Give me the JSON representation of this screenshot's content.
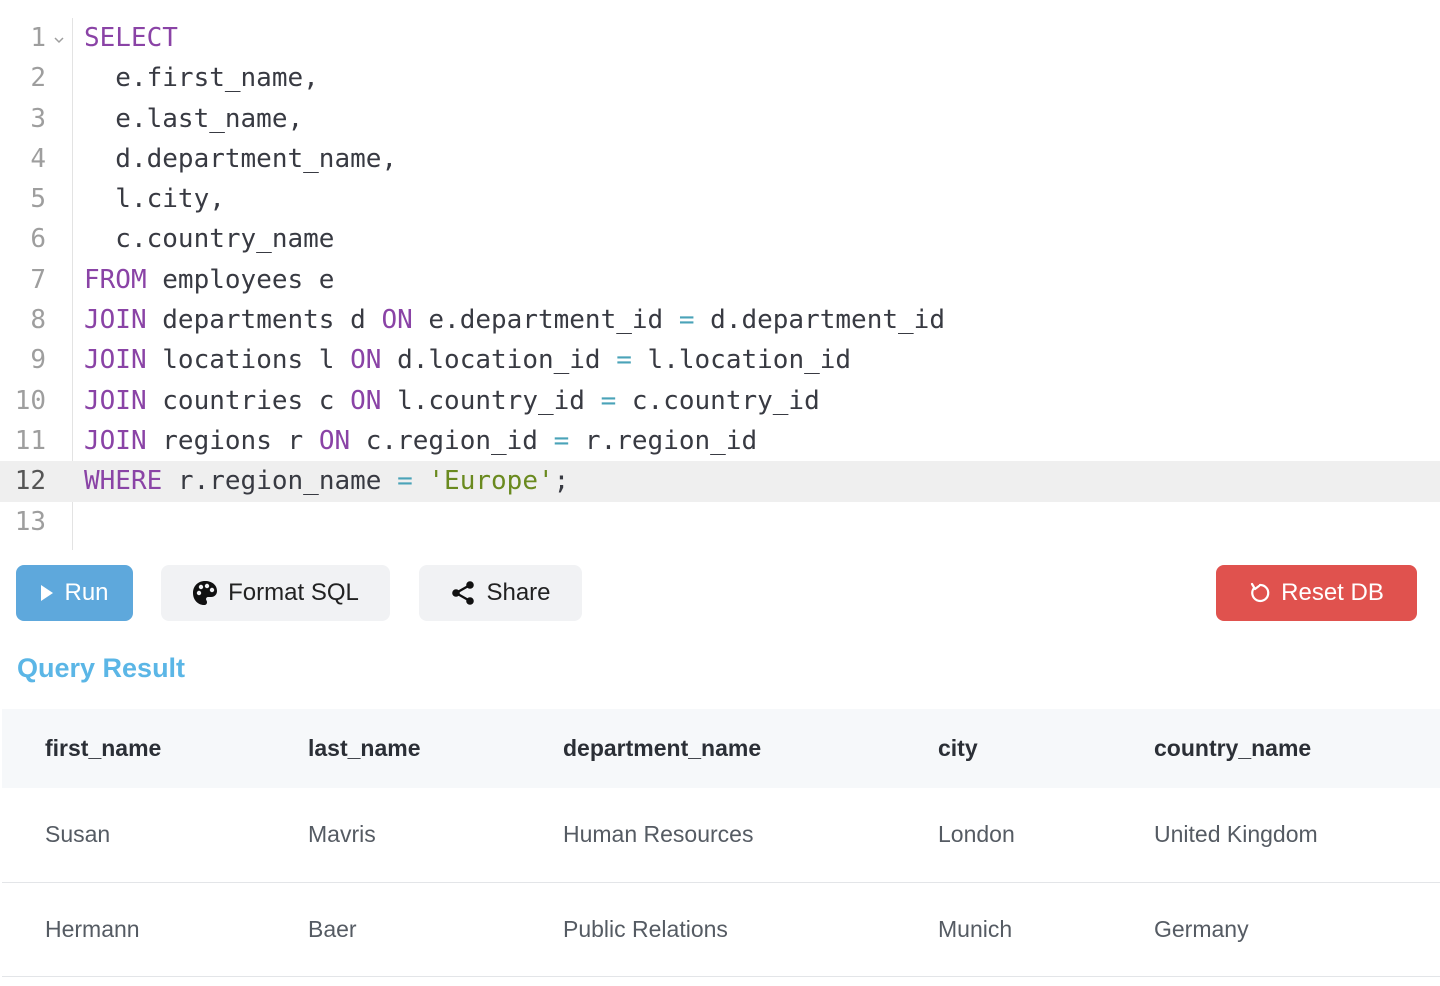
{
  "editor": {
    "active_line": 12,
    "lines": [
      {
        "num": "1",
        "fold": true,
        "tokens": [
          {
            "t": "SELECT",
            "k": "keyword"
          }
        ]
      },
      {
        "num": "2",
        "tokens": [
          {
            "t": "  e.first_name,",
            "k": "plain"
          }
        ]
      },
      {
        "num": "3",
        "tokens": [
          {
            "t": "  e.last_name,",
            "k": "plain"
          }
        ]
      },
      {
        "num": "4",
        "tokens": [
          {
            "t": "  d.department_name,",
            "k": "plain"
          }
        ]
      },
      {
        "num": "5",
        "tokens": [
          {
            "t": "  l.city,",
            "k": "plain"
          }
        ]
      },
      {
        "num": "6",
        "tokens": [
          {
            "t": "  c.country_name",
            "k": "plain"
          }
        ]
      },
      {
        "num": "7",
        "tokens": [
          {
            "t": "FROM",
            "k": "keyword"
          },
          {
            "t": " employees e",
            "k": "plain"
          }
        ]
      },
      {
        "num": "8",
        "tokens": [
          {
            "t": "JOIN",
            "k": "keyword"
          },
          {
            "t": " departments d ",
            "k": "plain"
          },
          {
            "t": "ON",
            "k": "keyword"
          },
          {
            "t": " e.department_id ",
            "k": "plain"
          },
          {
            "t": "=",
            "k": "operator"
          },
          {
            "t": " d.department_id",
            "k": "plain"
          }
        ]
      },
      {
        "num": "9",
        "tokens": [
          {
            "t": "JOIN",
            "k": "keyword"
          },
          {
            "t": " locations l ",
            "k": "plain"
          },
          {
            "t": "ON",
            "k": "keyword"
          },
          {
            "t": " d.location_id ",
            "k": "plain"
          },
          {
            "t": "=",
            "k": "operator"
          },
          {
            "t": " l.location_id",
            "k": "plain"
          }
        ]
      },
      {
        "num": "10",
        "tokens": [
          {
            "t": "JOIN",
            "k": "keyword"
          },
          {
            "t": " countries c ",
            "k": "plain"
          },
          {
            "t": "ON",
            "k": "keyword"
          },
          {
            "t": " l.country_id ",
            "k": "plain"
          },
          {
            "t": "=",
            "k": "operator"
          },
          {
            "t": " c.country_id",
            "k": "plain"
          }
        ]
      },
      {
        "num": "11",
        "tokens": [
          {
            "t": "JOIN",
            "k": "keyword"
          },
          {
            "t": " regions r ",
            "k": "plain"
          },
          {
            "t": "ON",
            "k": "keyword"
          },
          {
            "t": " c.region_id ",
            "k": "plain"
          },
          {
            "t": "=",
            "k": "operator"
          },
          {
            "t": " r.region_id",
            "k": "plain"
          }
        ]
      },
      {
        "num": "12",
        "tokens": [
          {
            "t": "WHERE",
            "k": "keyword"
          },
          {
            "t": " r.region_name ",
            "k": "plain"
          },
          {
            "t": "=",
            "k": "operator"
          },
          {
            "t": " ",
            "k": "plain"
          },
          {
            "t": "'Europe'",
            "k": "string"
          },
          {
            "t": ";",
            "k": "plain"
          }
        ]
      },
      {
        "num": "13",
        "tokens": []
      }
    ]
  },
  "toolbar": {
    "run_label": "Run",
    "run_icon": "play-icon",
    "format_label": "Format SQL",
    "format_icon": "palette-icon",
    "share_label": "Share",
    "share_icon": "share-icon",
    "reset_label": "Reset DB",
    "reset_icon": "reset-icon",
    "colors": {
      "run": "#5ea8dc",
      "reset": "#e0524e",
      "neutral": "#f1f2f4"
    }
  },
  "result": {
    "title": "Query Result",
    "title_color": "#5bb6e6",
    "columns": [
      "first_name",
      "last_name",
      "department_name",
      "city",
      "country_name"
    ],
    "rows": [
      [
        "Susan",
        "Mavris",
        "Human Resources",
        "London",
        "United Kingdom"
      ],
      [
        "Hermann",
        "Baer",
        "Public Relations",
        "Munich",
        "Germany"
      ]
    ]
  }
}
